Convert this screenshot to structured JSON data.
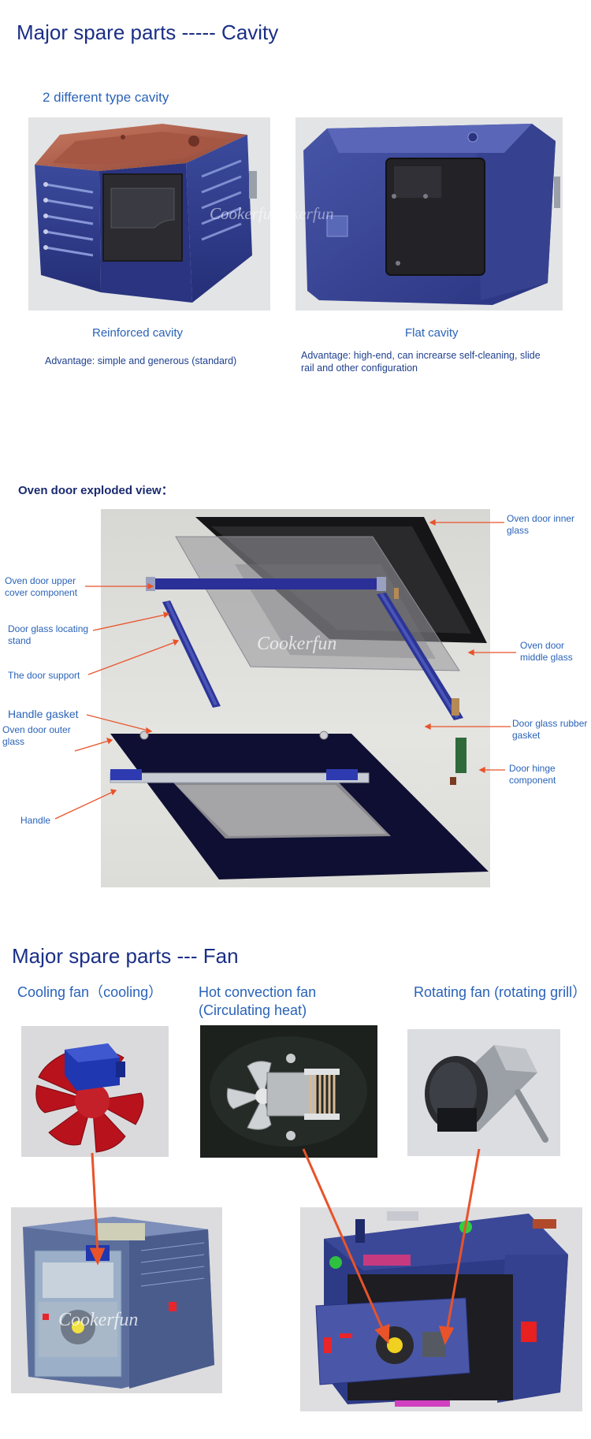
{
  "cavity": {
    "title": "Major spare parts ----- Cavity",
    "subtitle": "2 different type cavity",
    "watermark": "Cookerfun",
    "left": {
      "caption": "Reinforced cavity",
      "advantage": "Advantage: simple and generous (standard)"
    },
    "right": {
      "caption": "Flat cavity",
      "advantage": "Advantage: high-end, can increarse self-cleaning, slide rail and other configuration"
    }
  },
  "door": {
    "title": "Oven door exploded view：",
    "watermark": "Cookerfun",
    "labels": {
      "inner_glass": "Oven door inner glass",
      "upper_cover": "Oven door upper cover component",
      "locating_stand": "Door glass locating stand",
      "middle_glass": "Oven door middle glass",
      "support": "The door support",
      "handle_gasket": "Handle gasket",
      "rubber_gasket": "Door glass rubber gasket",
      "outer_glass": "Oven door outer glass",
      "hinge": "Door hinge component",
      "handle": "Handle"
    }
  },
  "fan": {
    "title": "Major spare parts --- Fan",
    "watermark": "Cookerfun",
    "cooling_label": "Cooling fan（cooling）",
    "convection_label_1": "Hot convection fan",
    "convection_label_2": "(Circulating heat)",
    "rotating_label": "Rotating fan (rotating grill）"
  },
  "colors": {
    "heading": "#1a2f86",
    "caption": "#2a63b8",
    "arrow": "#e8532a",
    "cavity_blue": "#2e3a86",
    "cavity_copper": "#b5614a"
  }
}
